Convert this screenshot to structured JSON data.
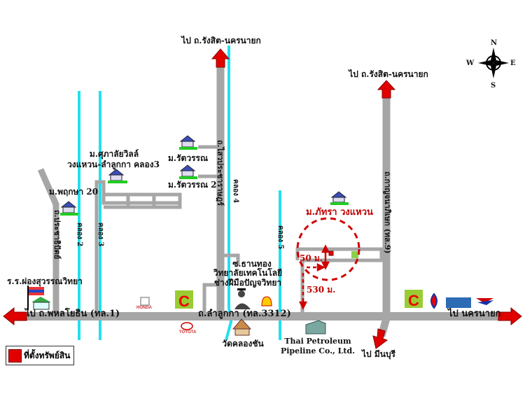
{
  "colors": {
    "road": "#a6a6a6",
    "canal": "#22e0ee",
    "arrow": "#e00000",
    "property_radius": "#d00000",
    "text": "#111111"
  },
  "compass": {
    "n": "N",
    "s": "S",
    "e": "E",
    "w": "W"
  },
  "directions": {
    "north_mid": "ไป ถ.รังสิต-นครนายก",
    "north_right": "ไป ถ.รังสิต-นครนายก",
    "west": "ไป ถ.พหลโยธิน (ทล.1)",
    "east": "ไป นครนายก",
    "south": "ไป มีนบุรี"
  },
  "roads": {
    "main": "ถ.ลำลูกกา (ทล.3312)",
    "left_vertical": "ถ.ประชาธิปัตย์",
    "mid_vertical": "ถ.ไสวประชาราษฎร์",
    "right_vertical": "ถ.กาญจนาภิเษก (ทล.9)"
  },
  "canals": {
    "k2": "คลอง 2",
    "k3": "คลอง 3",
    "k4": "คลอง 4",
    "k5": "คลอง 5"
  },
  "places": {
    "pruksa": "ม.พฤกษา 20",
    "supalai_1": "ม.ศุภาลัยวิลล์",
    "supalai_2": "วงแหวน-ลำลูกกา คลอง3",
    "ratchawan": "ม.รัตวรรณ",
    "ratchawan2": "ม.รัตวรรณ 2",
    "school": "ร.ร.ผ่องสุวรรณวิทยา",
    "soi": "ซ.ธานทอง",
    "college_1": "วิทยาลัยเทคโนโลยี",
    "college_2": "ช่างฝีมือปัญจวิทยา",
    "temple": "วัดคลองชัน",
    "pipeline_1": "Thai Petroleum",
    "pipeline_2": "Pipeline Co., Ltd.",
    "target": "ม.ภัทรา วงแหวน"
  },
  "distances": {
    "d50": "50 ม.",
    "d530": "530 ม."
  },
  "logos": {
    "honda": "HONDA",
    "toyota": "TOYOTA",
    "bigc": "Big C",
    "shell": "Shell"
  },
  "legend": {
    "label": "ที่ตั้งทรัพย์สิน"
  }
}
